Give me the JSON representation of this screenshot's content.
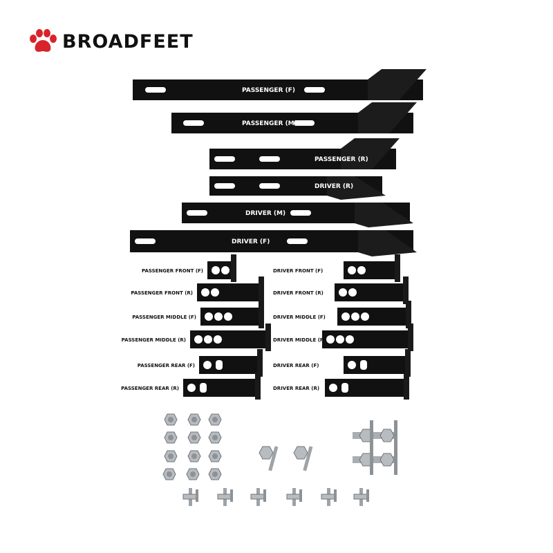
{
  "brand": {
    "name": "BROADFEET",
    "logo_icon": "paw-icon",
    "logo_color": "#d9232a"
  },
  "bars": [
    "PASSENGER (F)",
    "PASSENGER (M)",
    "PASSENGER (R)",
    "DRIVER (R)",
    "DRIVER (M)",
    "DRIVER (F)"
  ],
  "brackets": {
    "left": [
      "PASSENGER FRONT (F)",
      "PASSENGER FRONT (R)",
      "PASSENGER MIDDLE (F)",
      "PASSENGER MIDDLE (R)",
      "PASSENGER REAR (F)",
      "PASSENGER REAR (R)"
    ],
    "right": [
      "DRIVER FRONT (F)",
      "DRIVER FRONT (R)",
      "DRIVER MIDDLE (F)",
      "DRIVER MIDDLE (R)",
      "DRIVER REAR (F)",
      "DRIVER REAR (R)"
    ]
  },
  "colors": {
    "steel_black": "#111111",
    "hardware_silver": "#b8bcc0"
  }
}
